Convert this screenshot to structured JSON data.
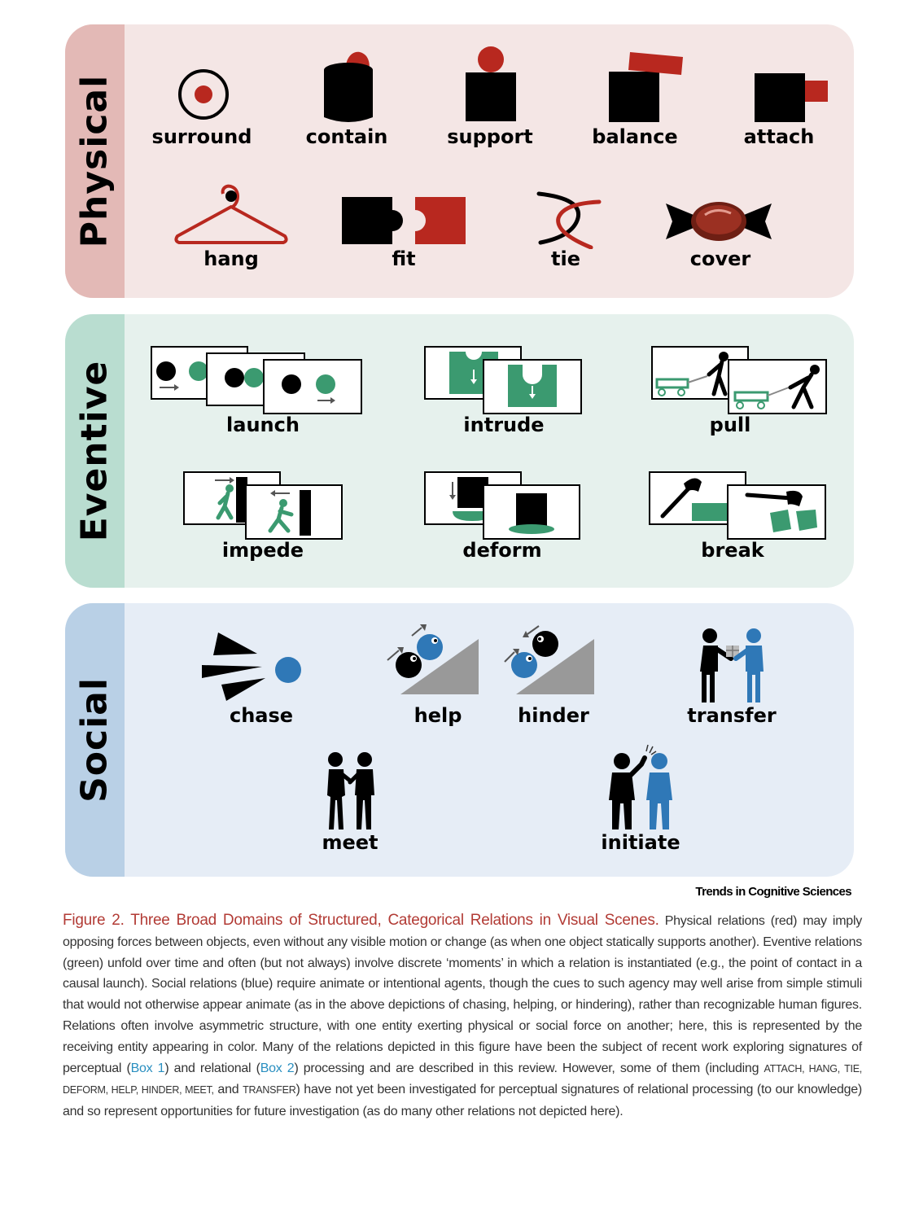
{
  "colors": {
    "physical_accent": "#b8281f",
    "eventive_accent": "#3b9a70",
    "social_accent": "#2f78b7",
    "caption_title": "#b23b35",
    "caption_link": "#2a8fc0"
  },
  "panels": {
    "physical": {
      "title": "Physical",
      "items": [
        "surround",
        "contain",
        "support",
        "balance",
        "attach",
        "hang",
        "fit",
        "tie",
        "cover"
      ]
    },
    "eventive": {
      "title": "Eventive",
      "items": [
        "launch",
        "intrude",
        "pull",
        "impede",
        "deform",
        "break"
      ]
    },
    "social": {
      "title": "Social",
      "items": [
        "chase",
        "help",
        "hinder",
        "transfer",
        "meet",
        "initiate"
      ]
    }
  },
  "credit": "Trends in Cognitive Sciences",
  "caption": {
    "title": "Figure 2. Three Broad Domains of Structured, Categorical Relations in Visual Scenes.",
    "body_1": "Physical relations (red) may imply opposing forces between objects, even without any visible motion or change (as when one object statically supports another). Eventive relations (green) unfold over time and often (but not always) involve discrete ‘moments’ in which a relation is instantiated (e.g., the point of contact in a causal launch). Social relations (blue) require animate or intentional agents, though the cues to such agency may well arise from simple stimuli that would not otherwise appear animate (as in the above depictions of chasing, helping, or hindering), rather than recognizable human figures. Relations often involve asymmetric structure, with one entity exerting physical or social force on another; here, this is represented by the receiving entity appearing in color. Many of the relations depicted in this figure have been the subject of recent work exploring signatures of perceptual (",
    "box1": "Box 1",
    "body_2": ") and relational (",
    "box2": "Box 2",
    "body_3": ") processing and are described in this review. However, some of them (including ",
    "sc_1": "ATTACH, HANG, TIE, DEFORM, HELP, HINDER, MEET,",
    "body_4": " and ",
    "sc_2": "TRANSFER",
    "body_5": ") have not yet been investigated for perceptual signatures of relational processing (to our knowledge) and so represent opportunities for future investigation (as do many other relations not depicted here)."
  }
}
